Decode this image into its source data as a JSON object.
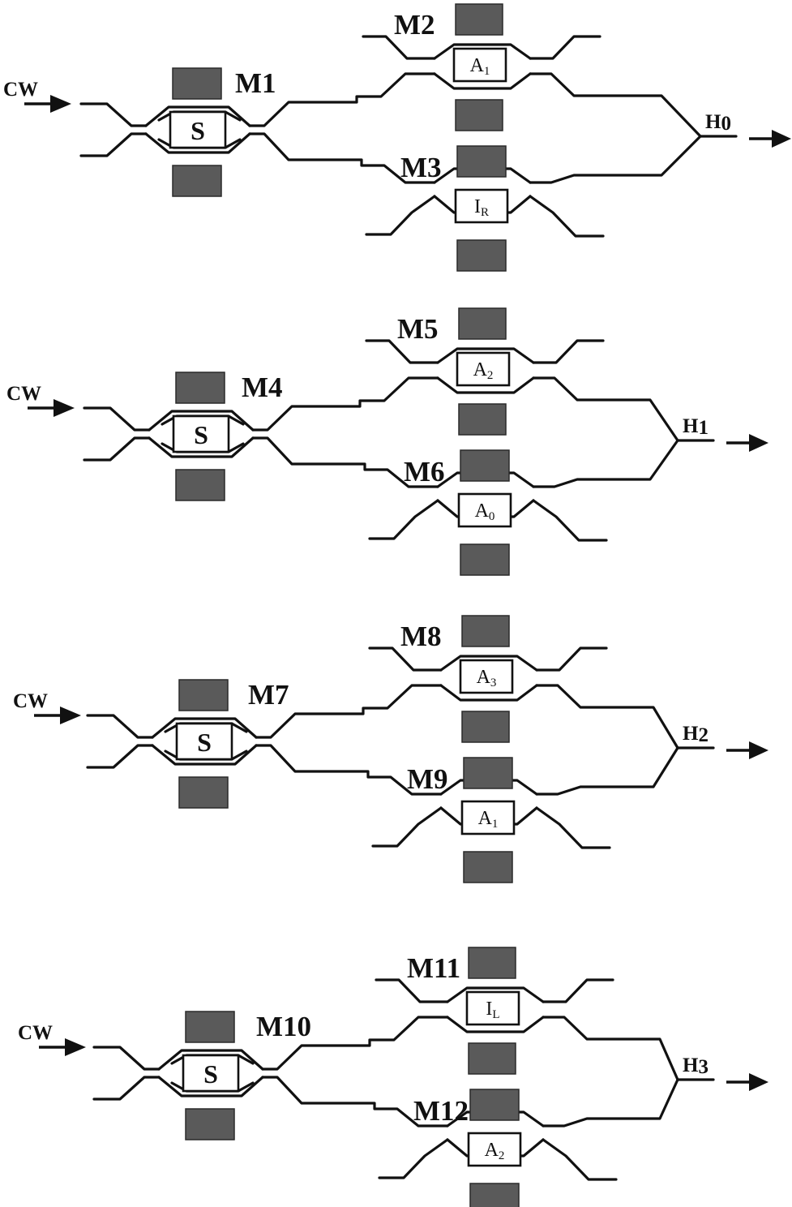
{
  "diagram": {
    "stages": [
      {
        "input": "CW",
        "switch": {
          "name": "M1",
          "control": "S"
        },
        "upper": {
          "name": "M2",
          "control_base": "A",
          "control_sub": "1"
        },
        "lower": {
          "name": "M3",
          "control_base": "I",
          "control_sub": "R"
        },
        "output": {
          "base": "H",
          "sub": "0"
        }
      },
      {
        "input": "CW",
        "switch": {
          "name": "M4",
          "control": "S"
        },
        "upper": {
          "name": "M5",
          "control_base": "A",
          "control_sub": "2"
        },
        "lower": {
          "name": "M6",
          "control_base": "A",
          "control_sub": "0"
        },
        "output": {
          "base": "H",
          "sub": "1"
        }
      },
      {
        "input": "CW",
        "switch": {
          "name": "M7",
          "control": "S"
        },
        "upper": {
          "name": "M8",
          "control_base": "A",
          "control_sub": "3"
        },
        "lower": {
          "name": "M9",
          "control_base": "A",
          "control_sub": "1"
        },
        "output": {
          "base": "H",
          "sub": "2"
        }
      },
      {
        "input": "CW",
        "switch": {
          "name": "M10",
          "control": "S"
        },
        "upper": {
          "name": "M11",
          "control_base": "I",
          "control_sub": "L"
        },
        "lower": {
          "name": "M12",
          "control_base": "A",
          "control_sub": "2"
        },
        "output": {
          "base": "H",
          "sub": "3"
        }
      }
    ]
  }
}
